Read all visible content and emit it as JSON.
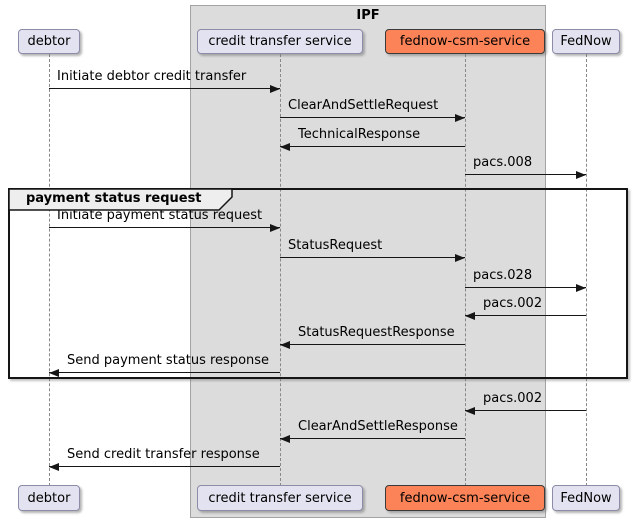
{
  "diagram_type": "sequence",
  "frame": {
    "label": "IPF"
  },
  "group": {
    "label": "payment status request"
  },
  "participants": [
    {
      "id": "debtor",
      "label": "debtor",
      "highlight": false,
      "inside_frame": false
    },
    {
      "id": "credit-transfer-service",
      "label": "credit transfer service",
      "highlight": false,
      "inside_frame": true
    },
    {
      "id": "fednow-csm-service",
      "label": "fednow-csm-service",
      "highlight": true,
      "inside_frame": true
    },
    {
      "id": "fednow",
      "label": "FedNow",
      "highlight": false,
      "inside_frame": false
    }
  ],
  "messages": [
    {
      "from": "debtor",
      "to": "credit-transfer-service",
      "label": "Initiate debtor credit transfer",
      "in_group": false
    },
    {
      "from": "credit-transfer-service",
      "to": "fednow-csm-service",
      "label": "ClearAndSettleRequest",
      "in_group": false
    },
    {
      "from": "fednow-csm-service",
      "to": "credit-transfer-service",
      "label": "TechnicalResponse",
      "in_group": false
    },
    {
      "from": "fednow-csm-service",
      "to": "fednow",
      "label": "pacs.008",
      "in_group": false
    },
    {
      "from": "debtor",
      "to": "credit-transfer-service",
      "label": "Initiate payment status request",
      "in_group": true
    },
    {
      "from": "credit-transfer-service",
      "to": "fednow-csm-service",
      "label": "StatusRequest",
      "in_group": true
    },
    {
      "from": "fednow-csm-service",
      "to": "fednow",
      "label": "pacs.028",
      "in_group": true
    },
    {
      "from": "fednow",
      "to": "fednow-csm-service",
      "label": "pacs.002",
      "in_group": true
    },
    {
      "from": "fednow-csm-service",
      "to": "credit-transfer-service",
      "label": "StatusRequestResponse",
      "in_group": true
    },
    {
      "from": "credit-transfer-service",
      "to": "debtor",
      "label": "Send payment status response",
      "in_group": true
    },
    {
      "from": "fednow",
      "to": "fednow-csm-service",
      "label": "pacs.002",
      "in_group": false
    },
    {
      "from": "fednow-csm-service",
      "to": "credit-transfer-service",
      "label": "ClearAndSettleResponse",
      "in_group": false
    },
    {
      "from": "credit-transfer-service",
      "to": "debtor",
      "label": "Send credit transfer response",
      "in_group": false
    }
  ],
  "colors": {
    "participant_fill": "#E2E2F0",
    "participant_border": "#8C8CA8",
    "highlight_fill": "#FB8357",
    "frame_fill": "#DCDCDC",
    "group_header_fill": "#EEEEEE",
    "group_border": "#151515",
    "message_line": "#161616",
    "lifeline": "#888888"
  }
}
